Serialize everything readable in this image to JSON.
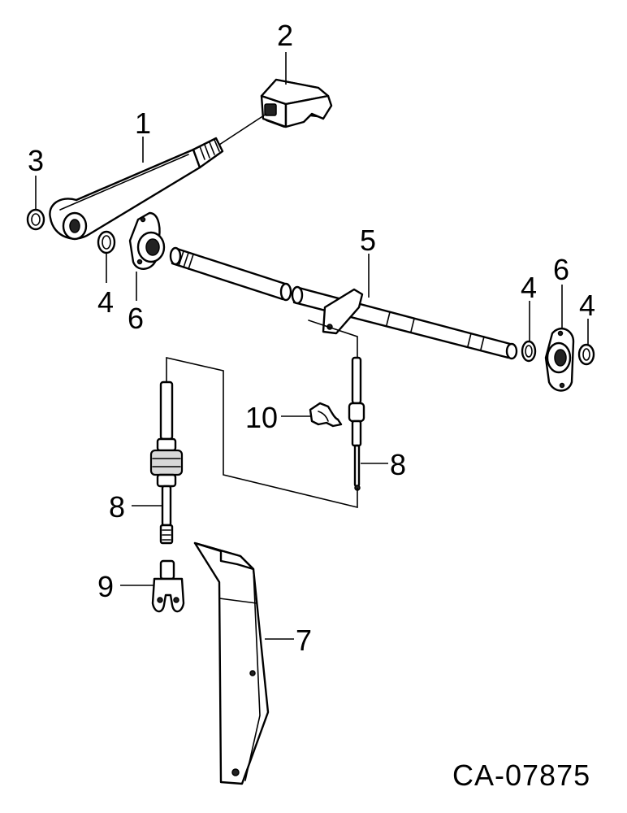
{
  "diagram": {
    "callouts": {
      "c1": "1",
      "c2": "2",
      "c3": "3",
      "c4a": "4",
      "c4b": "4",
      "c4c": "4",
      "c5": "5",
      "c6a": "6",
      "c6b": "6",
      "c7": "7",
      "c8a": "8",
      "c8b": "8",
      "c9": "9",
      "c10": "10"
    },
    "drawing_number": "CA-07875"
  }
}
